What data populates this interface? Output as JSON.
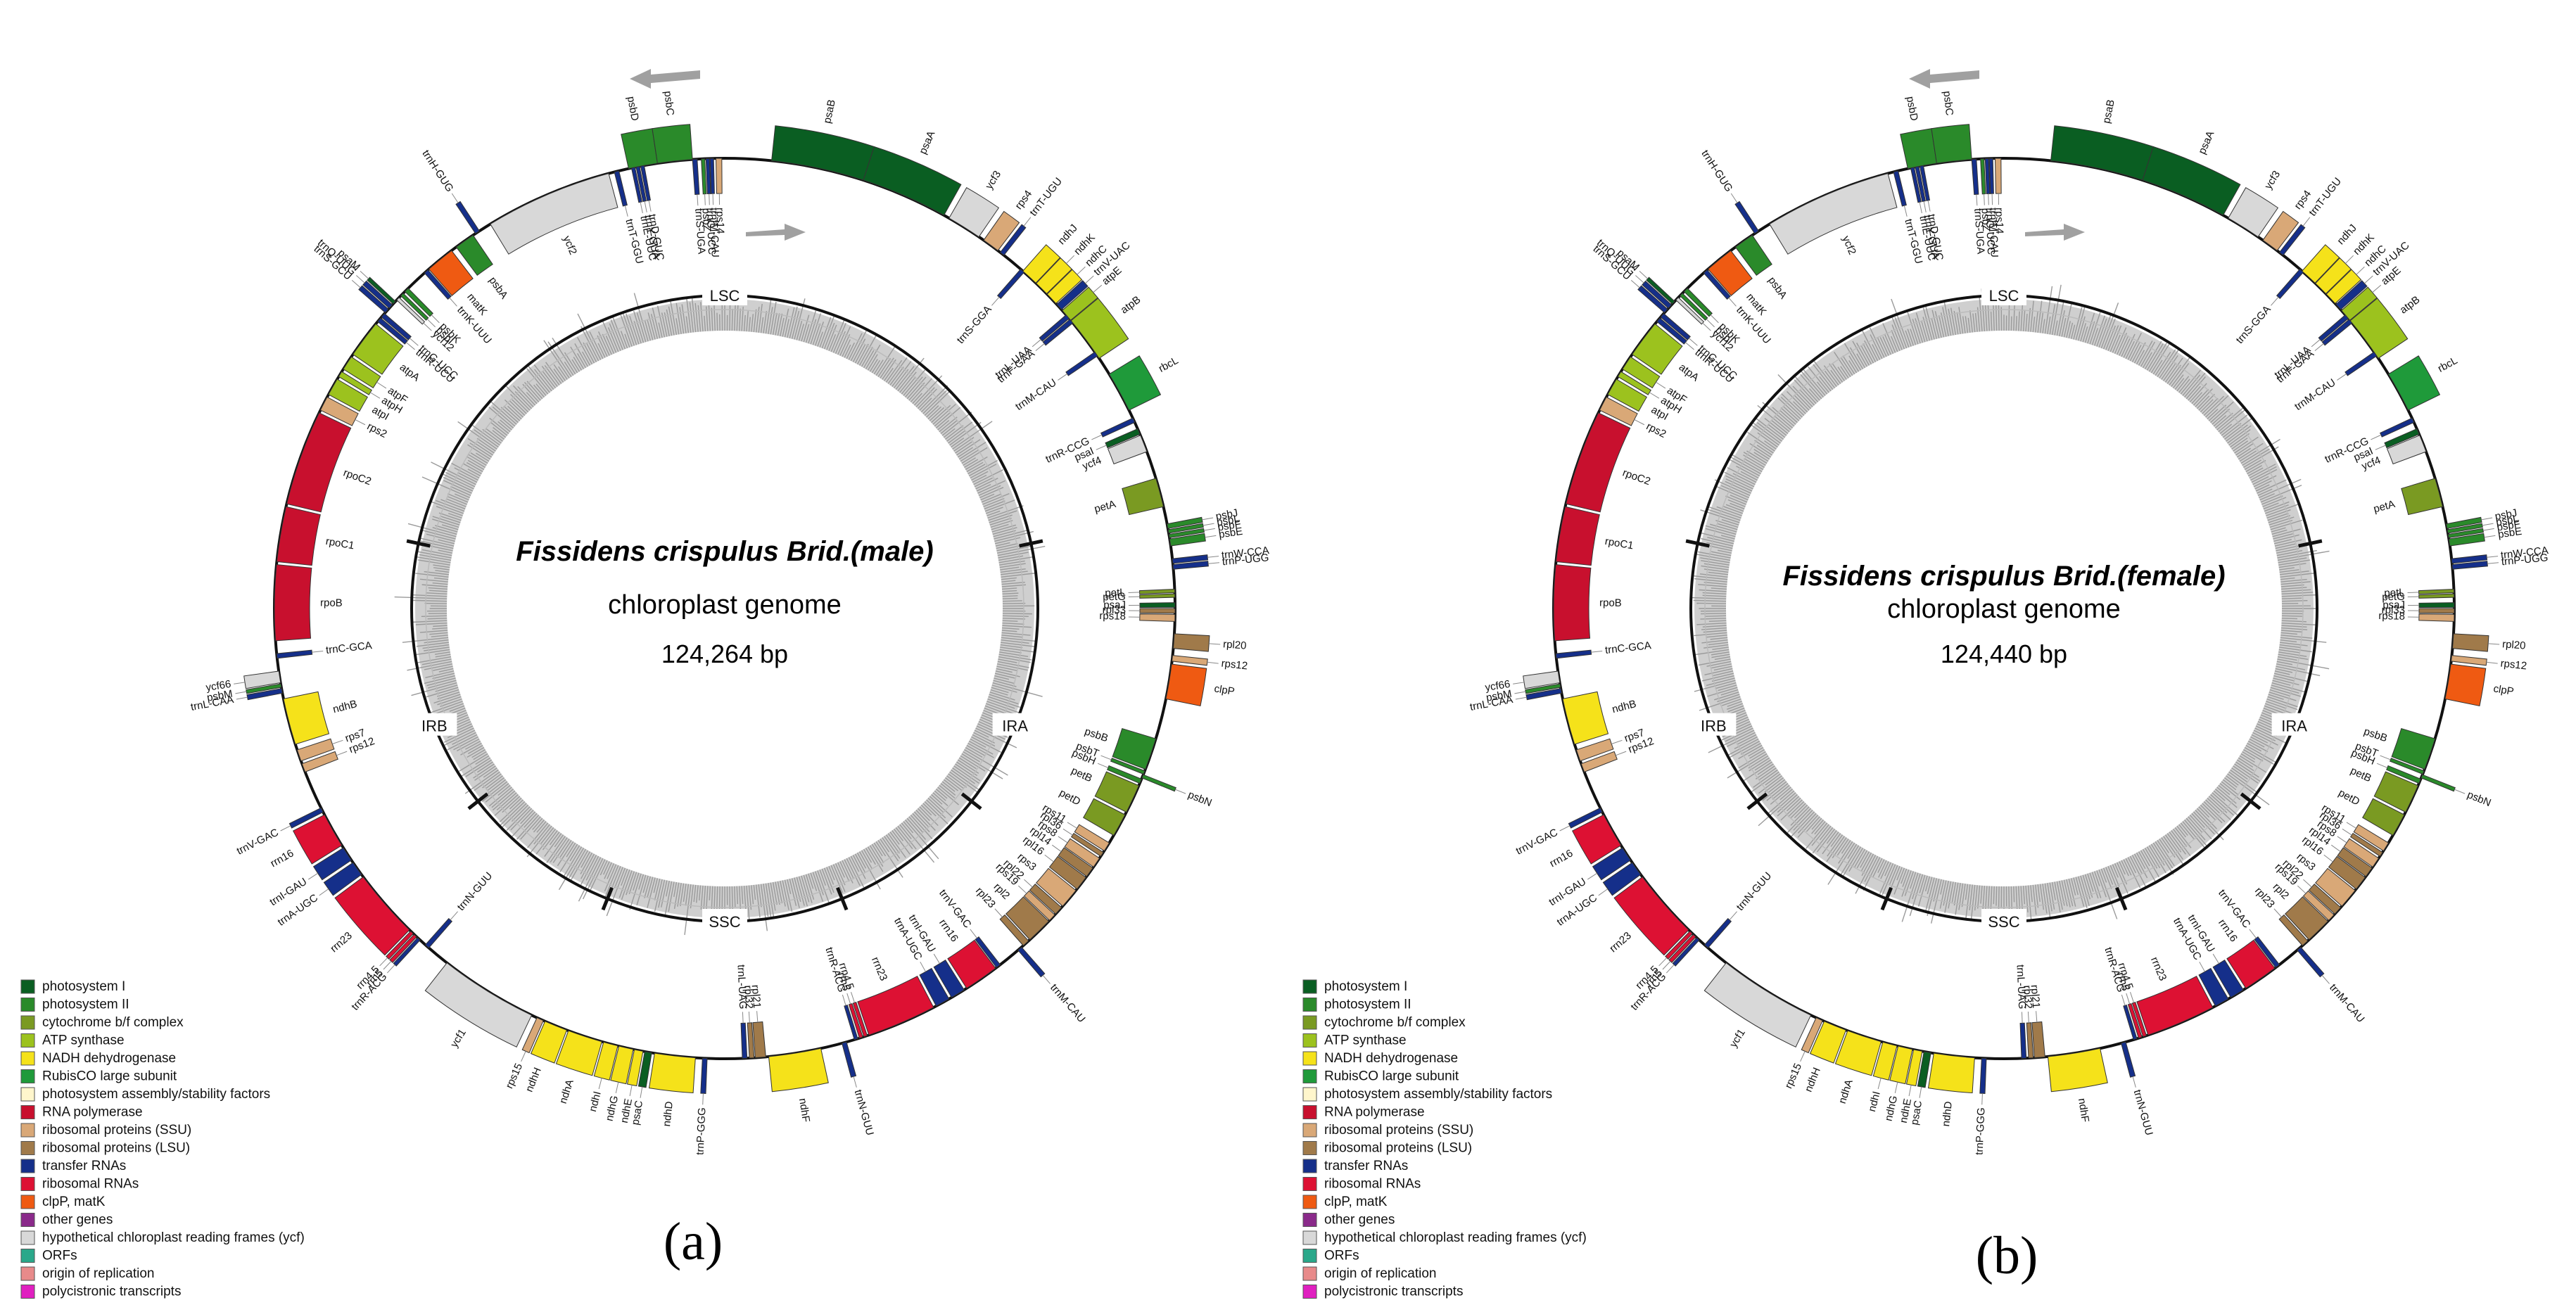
{
  "panels": [
    {
      "id": "a",
      "title": "Fissidens crispulus Brid.(male)",
      "subtitle": "chloroplast genome",
      "size": "124,264 bp",
      "caption": "(a)"
    },
    {
      "id": "b",
      "title": "Fissidens crispulus Brid.(female)",
      "subtitle": "chloroplast genome",
      "size": "124,440 bp",
      "caption": "(b)"
    }
  ],
  "regions": [
    "LSC",
    "IRA",
    "SSC",
    "IRB"
  ],
  "colors": {
    "PSI": "#0a5e22",
    "PSII": "#2a8a2a",
    "CYT": "#7a9a22",
    "ATP": "#9cc21e",
    "NDH": "#f5e21a",
    "RBC": "#1f9a3a",
    "ASM": "#fff6cc",
    "RNAP": "#c8102e",
    "SSU": "#d9a877",
    "LSU": "#a07a4a",
    "TRNA": "#152f8a",
    "RRNA": "#dd1133",
    "CLP": "#ef5a12",
    "OTH": "#8a2a8a",
    "YCF": "#d8d8d8",
    "ORF": "#2aa88a",
    "ORI": "#e88a8a",
    "POLY": "#e020c0"
  },
  "legend": [
    {
      "label": "photosystem I",
      "c": "PSI"
    },
    {
      "label": "photosystem II",
      "c": "PSII"
    },
    {
      "label": "cytochrome b/f complex",
      "c": "CYT"
    },
    {
      "label": "ATP synthase",
      "c": "ATP"
    },
    {
      "label": "NADH dehydrogenase",
      "c": "NDH"
    },
    {
      "label": "RubisCO large subunit",
      "c": "RBC"
    },
    {
      "label": "photosystem assembly/stability factors",
      "c": "ASM"
    },
    {
      "label": "RNA polymerase",
      "c": "RNAP"
    },
    {
      "label": "ribosomal proteins (SSU)",
      "c": "SSU"
    },
    {
      "label": "ribosomal proteins (LSU)",
      "c": "LSU"
    },
    {
      "label": "transfer RNAs",
      "c": "TRNA"
    },
    {
      "label": "ribosomal RNAs",
      "c": "RRNA"
    },
    {
      "label": "clpP, matK",
      "c": "CLP"
    },
    {
      "label": "other genes",
      "c": "OTH"
    },
    {
      "label": "hypothetical chloroplast reading frames (ycf)",
      "c": "YCF"
    },
    {
      "label": "ORFs",
      "c": "ORF"
    },
    {
      "label": "origin of replication",
      "c": "ORI"
    },
    {
      "label": "polycistronic transcripts",
      "c": "POLY"
    }
  ],
  "genes": [
    {
      "n": "psaB",
      "a": 8,
      "w": 16,
      "c": "PSI",
      "o": 1
    },
    {
      "n": "psaA",
      "a": 24,
      "w": 15,
      "c": "PSI",
      "o": 1
    },
    {
      "n": "ycf3",
      "a": 40,
      "w": 6,
      "c": "YCF",
      "o": 1
    },
    {
      "n": "rps4",
      "a": 47,
      "w": 3,
      "c": "SSU",
      "o": 1
    },
    {
      "n": "trnT-UGU",
      "a": 50.5,
      "w": 0.8,
      "c": "TRNA",
      "o": 1
    },
    {
      "n": "trnS-GGA",
      "a": 55,
      "w": 0.8,
      "c": "TRNA",
      "o": -1
    },
    {
      "n": "ndhJ",
      "a": 55.5,
      "w": 3,
      "c": "NDH",
      "o": 1
    },
    {
      "n": "ndhK",
      "a": 58.6,
      "w": 2.5,
      "c": "NDH",
      "o": 1
    },
    {
      "n": "ndhC",
      "a": 61.2,
      "w": 2.2,
      "c": "NDH",
      "o": 1
    },
    {
      "n": "trnV-UAC",
      "a": 63.6,
      "w": 1.2,
      "c": "TRNA",
      "o": 1
    },
    {
      "n": "trnL-UAA",
      "a": 66,
      "w": 0.8,
      "c": "TRNA",
      "o": -1
    },
    {
      "n": "trnF-GAA",
      "a": 67,
      "w": 0.8,
      "c": "TRNA",
      "o": -1
    },
    {
      "n": "atpE",
      "a": 65,
      "w": 2.2,
      "c": "ATP",
      "o": 1
    },
    {
      "n": "atpB",
      "a": 67.3,
      "w": 8,
      "c": "ATP",
      "o": 1
    },
    {
      "n": "trnM-CAU",
      "a": 74,
      "w": 0.8,
      "c": "TRNA",
      "o": -1
    },
    {
      "n": "rbcL",
      "a": 78.5,
      "w": 7,
      "c": "RBC",
      "o": 1
    },
    {
      "n": "trnR-CCG",
      "a": 87,
      "w": 0.8,
      "c": "TRNA",
      "o": -1
    },
    {
      "n": "psaI",
      "a": 89,
      "w": 1,
      "c": "PSI",
      "o": -1
    },
    {
      "n": "ycf4",
      "a": 90.2,
      "w": 3,
      "c": "YCF",
      "o": -1
    },
    {
      "n": "petA",
      "a": 98,
      "w": 5,
      "c": "CYT",
      "o": -1
    },
    {
      "n": "psbJ",
      "a": 106,
      "w": 0.8,
      "c": "PSII",
      "o": 1
    },
    {
      "n": "psbL",
      "a": 107,
      "w": 0.6,
      "c": "PSII",
      "o": 1
    },
    {
      "n": "psbF",
      "a": 107.8,
      "w": 0.6,
      "c": "PSII",
      "o": 1
    },
    {
      "n": "psbE",
      "a": 108.6,
      "w": 1.2,
      "c": "PSII",
      "o": 1
    },
    {
      "n": "trnW-CCA",
      "a": 112,
      "w": 0.8,
      "c": "TRNA",
      "o": 1
    },
    {
      "n": "trnP-UGG",
      "a": 113,
      "w": 0.8,
      "c": "TRNA",
      "o": 1
    },
    {
      "n": "petL",
      "a": 117.2,
      "w": 0.6,
      "c": "CYT",
      "o": -1
    },
    {
      "n": "petG",
      "a": 118,
      "w": 0.6,
      "c": "CYT",
      "o": -1
    },
    {
      "n": "psaJ",
      "a": 119.5,
      "w": 0.8,
      "c": "PSI",
      "o": -1
    },
    {
      "n": "rpl33",
      "a": 120.5,
      "w": 0.8,
      "c": "LSU",
      "o": -1
    },
    {
      "n": "rps18",
      "a": 121.5,
      "w": 1.2,
      "c": "SSU",
      "o": -1
    },
    {
      "n": "rpl20",
      "a": 124.8,
      "w": 2.5,
      "c": "LSU",
      "o": 1
    },
    {
      "n": "rps12",
      "a": 128.5,
      "w": 1,
      "c": "SSU",
      "o": 1
    },
    {
      "n": "clpP",
      "a": 130,
      "w": 6,
      "c": "CLP",
      "o": 1
    },
    {
      "n": "psbB",
      "a": 143,
      "w": 5.5,
      "c": "PSII",
      "o": -1
    },
    {
      "n": "psbT",
      "a": 148.8,
      "w": 0.6,
      "c": "PSII",
      "o": -1
    },
    {
      "n": "psbN",
      "a": 149.5,
      "w": 0.6,
      "c": "PSII",
      "o": 1
    },
    {
      "n": "psbH",
      "a": 150.3,
      "w": 0.8,
      "c": "PSII",
      "o": -1
    },
    {
      "n": "petB",
      "a": 151.5,
      "w": 5,
      "c": "CYT",
      "o": -1
    },
    {
      "n": "petD",
      "a": 157,
      "w": 4,
      "c": "CYT",
      "o": -1
    },
    {
      "n": "rps11",
      "a": 162.5,
      "w": 1.6,
      "c": "SSU",
      "o": -1
    },
    {
      "n": "rpl36",
      "a": 164.4,
      "w": 0.8,
      "c": "LSU",
      "o": -1
    },
    {
      "n": "rps8",
      "a": 165.6,
      "w": 1.8,
      "c": "SSU",
      "o": -1
    },
    {
      "n": "rpl14",
      "a": 167.6,
      "w": 1.8,
      "c": "LSU",
      "o": -1
    },
    {
      "n": "rpl16",
      "a": 169.6,
      "w": 2.5,
      "c": "LSU",
      "o": -1
    },
    {
      "n": "rps3",
      "a": 172.4,
      "w": 3.5,
      "c": "SSU",
      "o": -1
    },
    {
      "n": "rpl22",
      "a": 176.2,
      "w": 1.5,
      "c": "LSU",
      "o": -1
    },
    {
      "n": "rps19",
      "a": 177.9,
      "w": 1.3,
      "c": "SSU",
      "o": -1
    },
    {
      "n": "rpl2",
      "a": 179.4,
      "w": 4.5,
      "c": "LSU",
      "o": -1
    },
    {
      "n": "rpl23",
      "a": 184.2,
      "w": 1.2,
      "c": "LSU",
      "o": -1
    },
    {
      "n": "trnM-CAU",
      "a": 185.8,
      "w": 0.8,
      "c": "TRNA",
      "o": 1
    },
    {
      "n": "trnV-GAC",
      "a": 190.5,
      "w": 0.8,
      "c": "TRNA",
      "o": -1
    },
    {
      "n": "rrn16",
      "a": 191.5,
      "w": 6,
      "c": "RRNA",
      "o": -1
    },
    {
      "n": "trnI-GAU",
      "a": 198,
      "w": 2.5,
      "c": "TRNA",
      "o": -1
    },
    {
      "n": "trnA-UGC",
      "a": 201,
      "w": 2.5,
      "c": "TRNA",
      "o": -1
    },
    {
      "n": "rrn23",
      "a": 204,
      "w": 12,
      "c": "RRNA",
      "o": -1
    },
    {
      "n": "rrn4.5",
      "a": 216.3,
      "w": 0.6,
      "c": "RRNA",
      "o": -1
    },
    {
      "n": "rrn5",
      "a": 217.1,
      "w": 0.6,
      "c": "RRNA",
      "o": -1
    },
    {
      "n": "trnR-ACG",
      "a": 218,
      "w": 0.6,
      "c": "TRNA",
      "o": -1
    },
    {
      "n": "trnN-GUU",
      "a": 220,
      "w": 0.8,
      "c": "TRNA",
      "o": 1
    },
    {
      "n": "ndhF",
      "a": 224.5,
      "w": 9,
      "c": "NDH",
      "o": 1
    },
    {
      "n": "rpl21",
      "a": 234,
      "w": 1.8,
      "c": "LSU",
      "o": -1
    },
    {
      "n": "rpl32",
      "a": 236,
      "w": 0.8,
      "c": "LSU",
      "o": -1
    },
    {
      "n": "trnL-UAG",
      "a": 237.2,
      "w": 0.8,
      "c": "TRNA",
      "o": -1
    },
    {
      "n": "trnP-GGG",
      "a": 244,
      "w": 0.8,
      "c": "TRNA",
      "o": 1
    },
    {
      "n": "ndhD",
      "a": 246,
      "w": 7,
      "c": "NDH",
      "o": 1
    },
    {
      "n": "psaC",
      "a": 253.5,
      "w": 1.2,
      "c": "PSI",
      "o": 1
    },
    {
      "n": "ndhE",
      "a": 255,
      "w": 1.5,
      "c": "NDH",
      "o": 1
    },
    {
      "n": "ndhG",
      "a": 256.7,
      "w": 2.5,
      "c": "NDH",
      "o": 1
    },
    {
      "n": "ndhI",
      "a": 259.4,
      "w": 2.5,
      "c": "NDH",
      "o": 1
    },
    {
      "n": "ndhA",
      "a": 262.2,
      "w": 6,
      "c": "NDH",
      "o": 1
    },
    {
      "n": "ndhH",
      "a": 268.5,
      "w": 4,
      "c": "NDH",
      "o": 1
    },
    {
      "n": "rps15",
      "a": 272.8,
      "w": 1.2,
      "c": "SSU",
      "o": 1
    },
    {
      "n": "ycf1",
      "a": 275,
      "w": 17,
      "c": "YCF",
      "o": 1
    },
    {
      "n": "trnN-GUU",
      "a": 296,
      "w": 0.8,
      "c": "TRNA",
      "o": -1
    },
    {
      "n": "trnR-ACG",
      "a": 298,
      "w": 0.6,
      "c": "TRNA",
      "o": 1
    },
    {
      "n": "rrn5",
      "a": 298.8,
      "w": 0.6,
      "c": "RRNA",
      "o": 1
    },
    {
      "n": "rrn4.5",
      "a": 299.6,
      "w": 0.6,
      "c": "RRNA",
      "o": 1
    },
    {
      "n": "rrn23",
      "a": 300.5,
      "w": 12,
      "c": "RRNA",
      "o": 1
    },
    {
      "n": "trnA-UGC",
      "a": 313,
      "w": 2.5,
      "c": "TRNA",
      "o": 1
    },
    {
      "n": "trnI-GAU",
      "a": 316,
      "w": 2.5,
      "c": "TRNA",
      "o": 1
    },
    {
      "n": "rrn16",
      "a": 319,
      "w": 6,
      "c": "RRNA",
      "o": 1
    },
    {
      "n": "trnV-GAC",
      "a": 325.5,
      "w": 0.8,
      "c": "TRNA",
      "o": 1
    },
    {
      "n": "rps12",
      "a": 333,
      "w": 1.5,
      "c": "SSU",
      "o": -1
    },
    {
      "n": "rps7",
      "a": 335,
      "w": 2,
      "c": "SSU",
      "o": -1
    },
    {
      "n": "ndhB",
      "a": 338,
      "w": 8,
      "c": "NDH",
      "o": -1
    },
    {
      "n": "trnL-CAA",
      "a": 347,
      "w": 0.8,
      "c": "TRNA",
      "o": 1
    },
    {
      "n": "psbM",
      "a": 348,
      "w": 0.6,
      "c": "PSII",
      "o": 1
    },
    {
      "n": "ycf66",
      "a": 348.8,
      "w": 2,
      "c": "YCF",
      "o": 1
    },
    {
      "n": "trnC-GCA",
      "a": 353,
      "w": 0.8,
      "c": "TRNA",
      "o": -1
    },
    {
      "n": "rpoB",
      "a": 356,
      "w": 13,
      "c": "RNAP",
      "o": -1
    },
    {
      "n": "rpoC1",
      "a": 369.5,
      "w": 9.5,
      "c": "RNAP",
      "o": -1
    },
    {
      "n": "rpoC2",
      "a": 379.5,
      "w": 16.5,
      "c": "RNAP",
      "o": -1
    },
    {
      "n": "rps2",
      "a": 396.5,
      "w": 2.5,
      "c": "SSU",
      "o": -1
    },
    {
      "n": "atpI",
      "a": 399.5,
      "w": 3,
      "c": "ATP",
      "o": -1
    },
    {
      "n": "atpH",
      "a": 403,
      "w": 1,
      "c": "ATP",
      "o": -1
    },
    {
      "n": "atpF",
      "a": 404.5,
      "w": 2.5,
      "c": "ATP",
      "o": -1
    },
    {
      "n": "atpA",
      "a": 407.5,
      "w": 6.5,
      "c": "ATP",
      "o": -1
    },
    {
      "n": "trnR-UCU",
      "a": 414.5,
      "w": 0.8,
      "c": "TRNA",
      "o": -1
    },
    {
      "n": "trnG-UCC",
      "a": 415.5,
      "w": 0.8,
      "c": "TRNA",
      "o": -1
    },
    {
      "n": "trnS-GCU",
      "a": 416.5,
      "w": 0.8,
      "c": "TRNA",
      "o": 1
    },
    {
      "n": "trnQ-UUG",
      "a": 417.5,
      "w": 0.8,
      "c": "TRNA",
      "o": 1
    },
    {
      "n": "psaM",
      "a": 418.5,
      "w": 0.6,
      "c": "PSI",
      "o": 1
    },
    {
      "n": "ycf12",
      "a": 419.4,
      "w": 0.6,
      "c": "YCF",
      "o": -1
    },
    {
      "n": "psbI",
      "a": 420.4,
      "w": 0.6,
      "c": "PSII",
      "o": -1
    },
    {
      "n": "psbK",
      "a": 421.4,
      "w": 0.8,
      "c": "PSII",
      "o": -1
    },
    {
      "n": "trnK-UUU",
      "a": 426,
      "w": 0.8,
      "c": "TRNA",
      "o": -1
    },
    {
      "n": "matK",
      "a": 427,
      "w": 5,
      "c": "CLP",
      "o": -1
    },
    {
      "n": "psbA",
      "a": 433,
      "w": 3.5,
      "c": "PSII",
      "o": -1
    },
    {
      "n": "trnH-GUG",
      "a": 437,
      "w": 0.8,
      "c": "TRNA",
      "o": 1
    },
    {
      "n": "ycf2",
      "a": 440,
      "w": 22,
      "c": "YCF",
      "o": -1
    },
    {
      "n": "trnT-GGU",
      "a": 463,
      "w": 0.8,
      "c": "TRNA",
      "o": -1
    },
    {
      "n": "psbD",
      "a": 465.5,
      "w": 5,
      "c": "PSII",
      "o": 1
    },
    {
      "n": "psbC",
      "a": 470.5,
      "w": 6,
      "c": "PSII",
      "o": 1
    },
    {
      "n": "trnE-UUC",
      "a": 466,
      "w": 0.6,
      "c": "TRNA",
      "o": -1
    },
    {
      "n": "trnY-GUA",
      "a": 466.8,
      "w": 0.6,
      "c": "TRNA",
      "o": -1
    },
    {
      "n": "trnD-GUC",
      "a": 467.6,
      "w": 0.6,
      "c": "TRNA",
      "o": -1
    },
    {
      "n": "trnS-UGA",
      "a": 476.5,
      "w": 0.8,
      "c": "TRNA",
      "o": -1
    },
    {
      "n": "psbZ",
      "a": 478,
      "w": 0.6,
      "c": "PSII",
      "o": -1
    },
    {
      "n": "trnG-UCC",
      "a": 478.8,
      "w": 0.6,
      "c": "TRNA",
      "o": -1
    },
    {
      "n": "trnfM-CAU",
      "a": 479.5,
      "w": 0.6,
      "c": "TRNA",
      "o": -1
    },
    {
      "n": "rps14",
      "a": 480.5,
      "w": 1,
      "c": "SSU",
      "o": -1
    }
  ]
}
